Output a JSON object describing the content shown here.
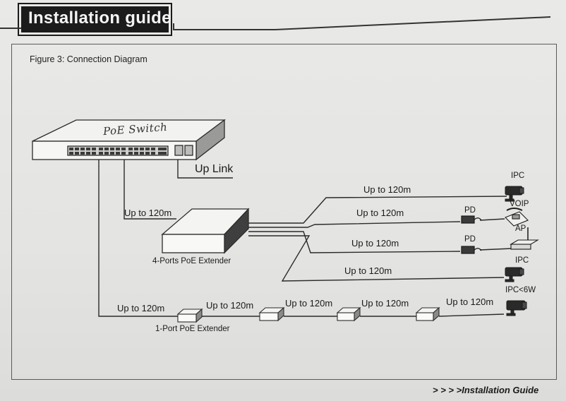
{
  "header": {
    "title": "Installation guide"
  },
  "figure": {
    "caption": "Figure 3: Connection Diagram",
    "switch_label": "PoE Switch",
    "uplink_label": "Up Link",
    "extender4_label": "4-Ports PoE Extender",
    "extender1_label": "1-Port PoE Extender",
    "distance_label": "Up to 120m",
    "devices": {
      "ipc_top": "IPC",
      "voip": "VOIP",
      "ap": "AP",
      "pd_1": "PD",
      "pd_2": "PD",
      "ipc_mid": "IPC",
      "ipc_low": "IPC<6W"
    }
  },
  "footer": {
    "text": "> > > >Installation Guide"
  }
}
